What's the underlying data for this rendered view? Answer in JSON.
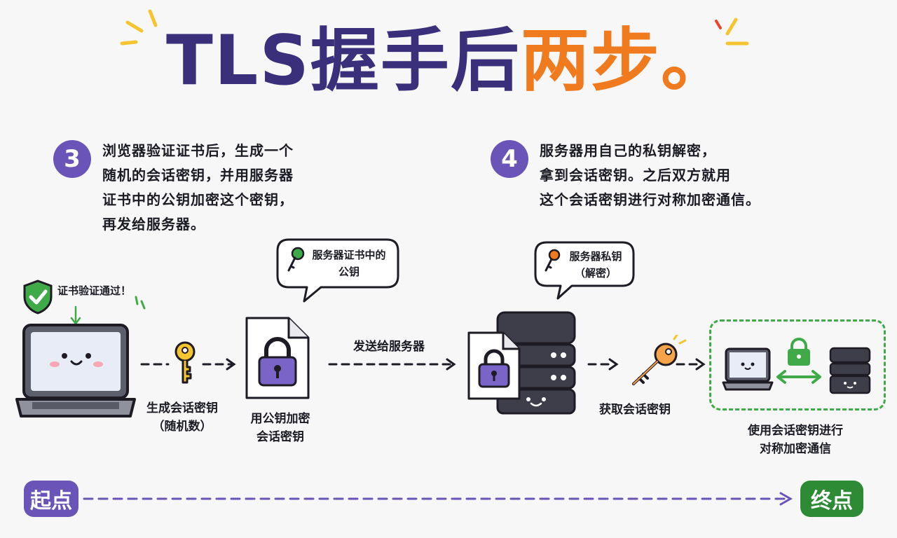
{
  "title": {
    "part1": "TLS握手后",
    "part2": "两步",
    "dot": "。"
  },
  "colors": {
    "purple": "#6a54b8",
    "orange": "#f07a1e",
    "green": "#2e8b35",
    "dark": "#3a2f7a"
  },
  "step3": {
    "badge": "3",
    "text": "浏览器验证证书后，生成一个\n随机的会话密钥，并用服务器\n证书中的公钥加密这个密钥，\n再发给服务器。"
  },
  "step4": {
    "badge": "4",
    "text": "服务器用自己的私钥解密，\n拿到会话密钥。之后双方就用\n这个会话密钥进行对称加密通信。"
  },
  "labels": {
    "cert_ok": "证书验证通过！",
    "gen_key": "生成会话密钥\n（随机数）",
    "encrypt": "用公钥加密\n会话密钥",
    "send": "发送给服务器",
    "get_key": "获取会话密钥",
    "sym": "使用会话密钥进行\n对称加密通信",
    "bubble_public": "服务器证书中的\n公钥",
    "bubble_private": "服务器私钥\n（解密）"
  },
  "timeline": {
    "start": "起点",
    "end": "终点"
  },
  "icons": [
    "shield-check-icon",
    "laptop-icon",
    "key-icon",
    "lock-document-icon",
    "server-icon",
    "lock-icon"
  ]
}
